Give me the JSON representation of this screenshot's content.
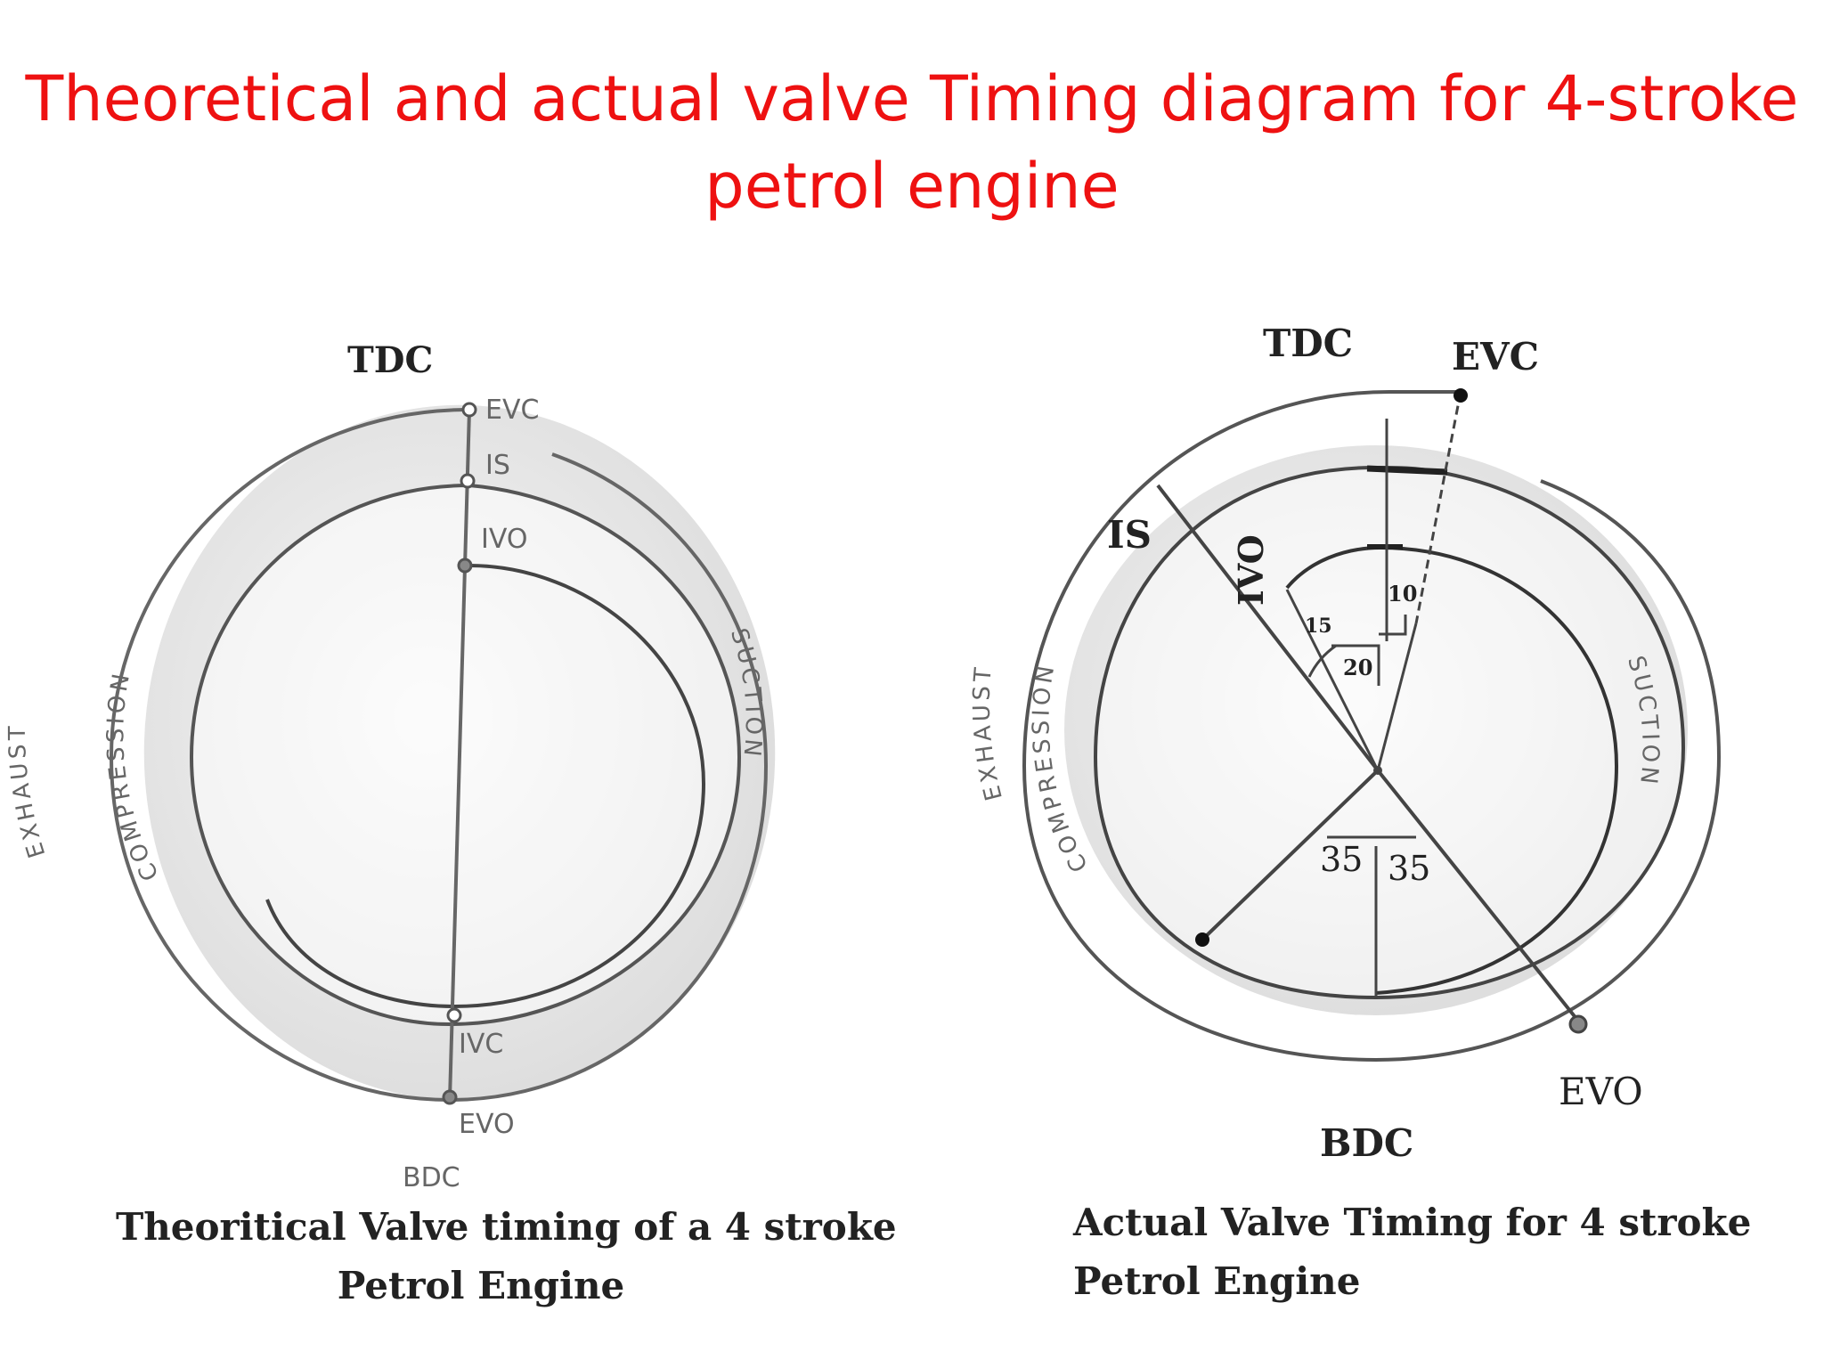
{
  "title": {
    "line1": "Theoretical and actual valve Timing diagram for 4-stroke",
    "line2": "petrol engine"
  },
  "theoretical": {
    "tdc": "TDC",
    "bdc": "BDC",
    "evc": "EVC",
    "is": "IS",
    "ivo": "IVO",
    "ivc": "IVC",
    "evo": "EVO",
    "exhaust": "EXHAUST",
    "compression": "COMPRESSION",
    "suction": "SUCTION",
    "caption_line1": "Theoritical Valve timing of a 4 stroke",
    "caption_line2": "Petrol Engine"
  },
  "actual": {
    "tdc": "TDC",
    "bdc": "BDC",
    "evc": "EVC",
    "evo": "EVO",
    "is": "IS",
    "ivo": "IVO",
    "exhaust": "EXHAUST",
    "compression": "COMPRESSION",
    "suction": "SUCTION",
    "angle_10": "10",
    "angle_15": "15",
    "angle_20": "20",
    "angle_35_left": "35",
    "angle_35_right": "35",
    "caption_line1": "Actual Valve Timing for 4 stroke",
    "caption_line2": "Petrol Engine"
  }
}
